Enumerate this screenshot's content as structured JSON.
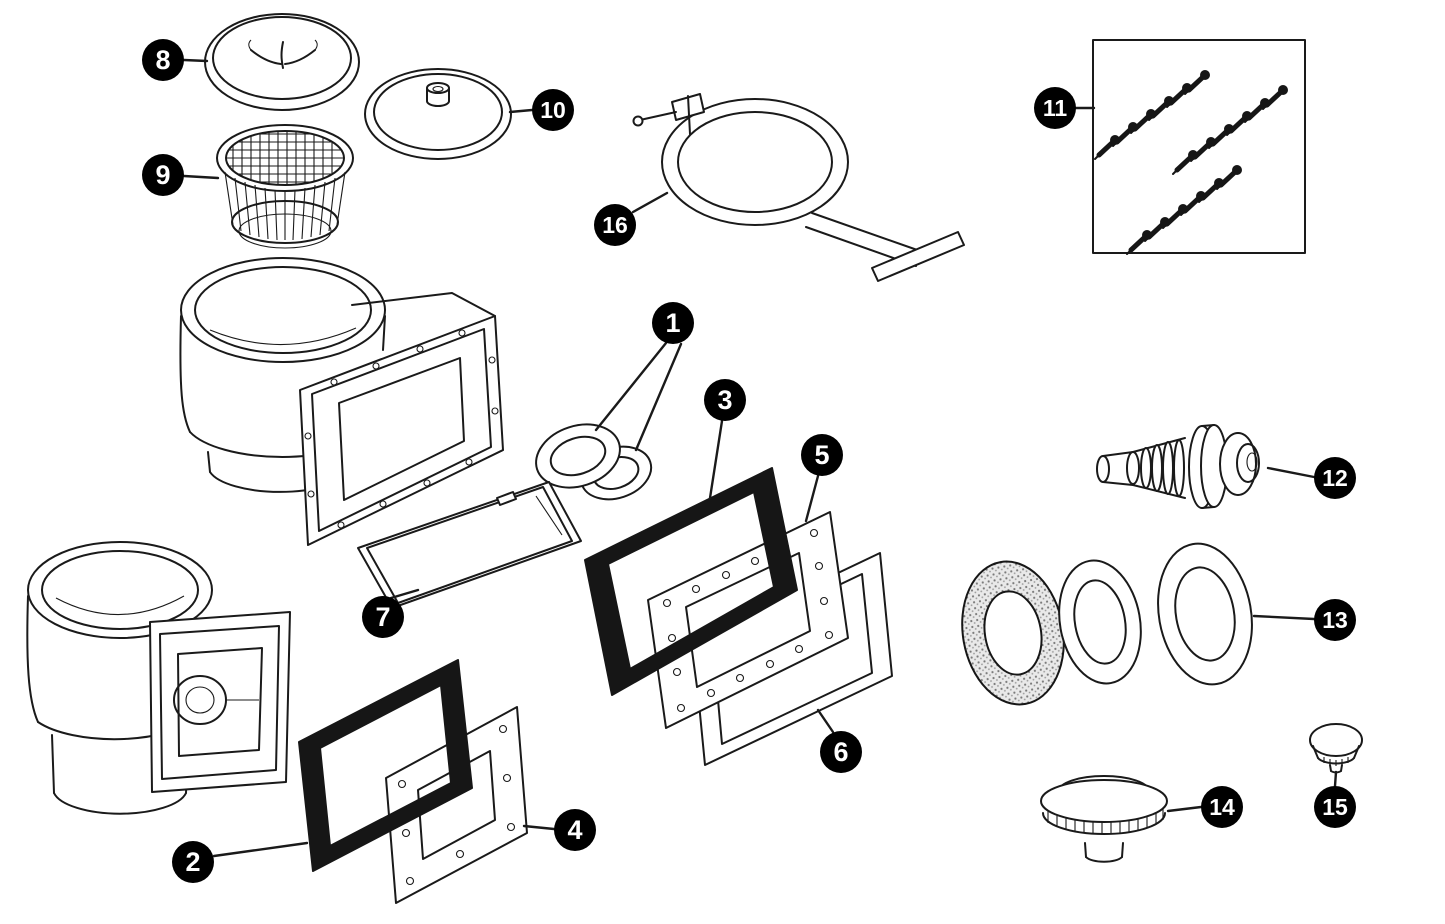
{
  "diagram": {
    "type": "exploded-parts-diagram",
    "background": "#ffffff",
    "line_color": "#1a1a1a",
    "badge_color": "#000000",
    "badge_text_color": "#ffffff",
    "callouts": [
      {
        "label": "1"
      },
      {
        "label": "2"
      },
      {
        "label": "3"
      },
      {
        "label": "4"
      },
      {
        "label": "5"
      },
      {
        "label": "6"
      },
      {
        "label": "7"
      },
      {
        "label": "8"
      },
      {
        "label": "9"
      },
      {
        "label": "10"
      },
      {
        "label": "11"
      },
      {
        "label": "12"
      },
      {
        "label": "13"
      },
      {
        "label": "14"
      },
      {
        "label": "15"
      },
      {
        "label": "16"
      }
    ]
  }
}
